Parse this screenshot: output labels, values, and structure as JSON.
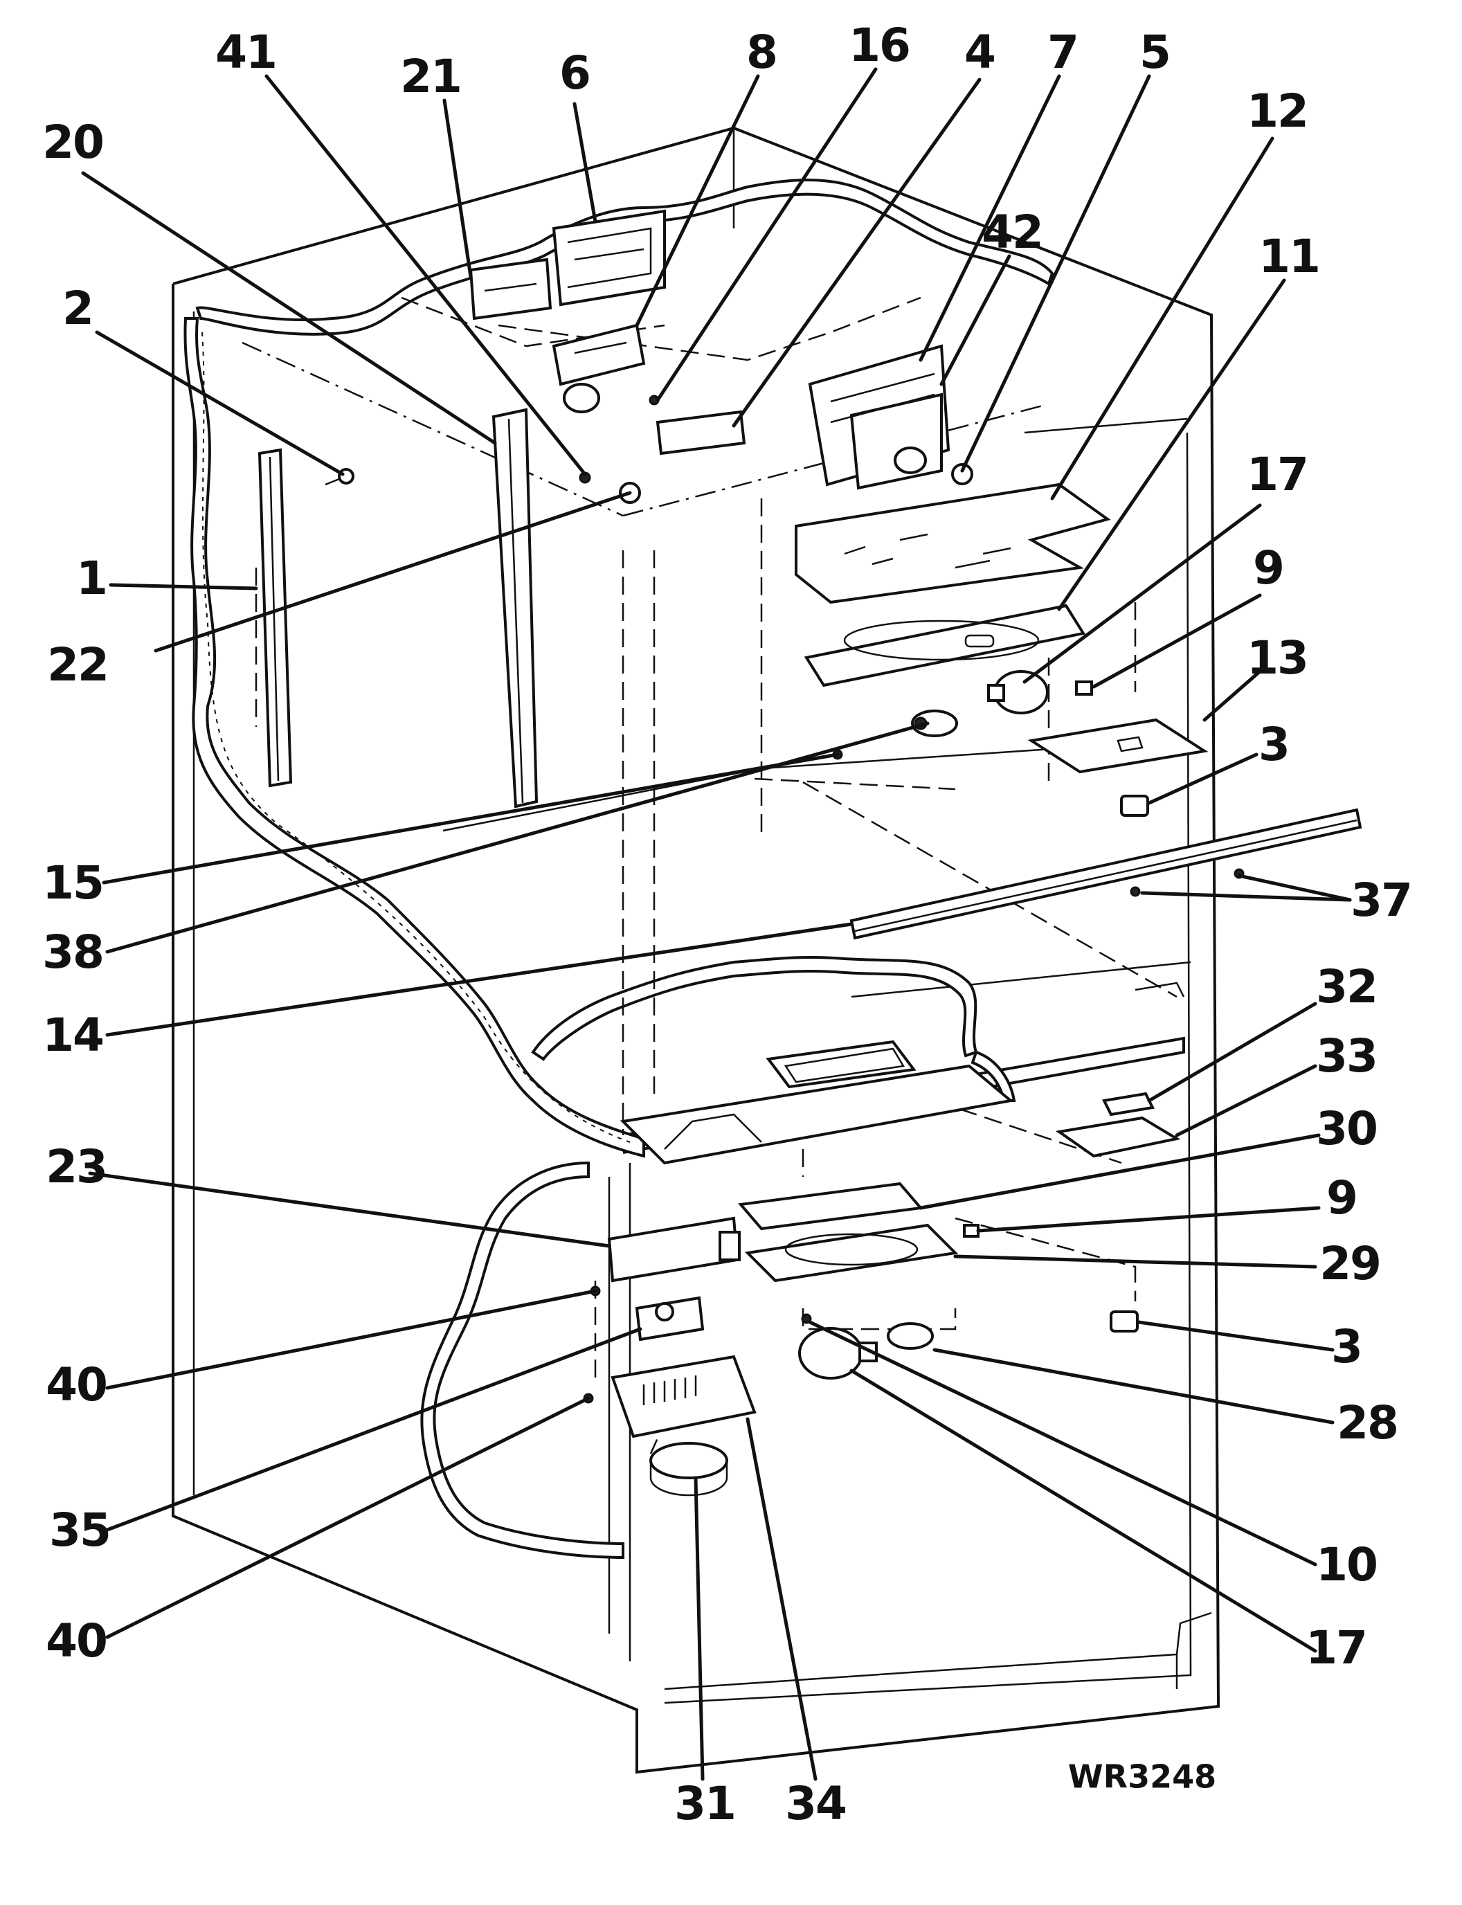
{
  "diagram": {
    "drawing_id": "WR3248",
    "callouts": [
      {
        "id": "c41",
        "label": "41"
      },
      {
        "id": "c21",
        "label": "21"
      },
      {
        "id": "c6",
        "label": "6"
      },
      {
        "id": "c8",
        "label": "8"
      },
      {
        "id": "c16",
        "label": "16"
      },
      {
        "id": "c4",
        "label": "4"
      },
      {
        "id": "c7",
        "label": "7"
      },
      {
        "id": "c5",
        "label": "5"
      },
      {
        "id": "c12",
        "label": "12"
      },
      {
        "id": "c20",
        "label": "20"
      },
      {
        "id": "c42",
        "label": "42"
      },
      {
        "id": "c11",
        "label": "11"
      },
      {
        "id": "c2",
        "label": "2"
      },
      {
        "id": "c17a",
        "label": "17"
      },
      {
        "id": "c9a",
        "label": "9"
      },
      {
        "id": "c1",
        "label": "1"
      },
      {
        "id": "c13",
        "label": "13"
      },
      {
        "id": "c22",
        "label": "22"
      },
      {
        "id": "c3a",
        "label": "3"
      },
      {
        "id": "c15",
        "label": "15"
      },
      {
        "id": "c37",
        "label": "37"
      },
      {
        "id": "c38",
        "label": "38"
      },
      {
        "id": "c14",
        "label": "14"
      },
      {
        "id": "c32",
        "label": "32"
      },
      {
        "id": "c33",
        "label": "33"
      },
      {
        "id": "c23",
        "label": "23"
      },
      {
        "id": "c30",
        "label": "30"
      },
      {
        "id": "c9b",
        "label": "9"
      },
      {
        "id": "c29",
        "label": "29"
      },
      {
        "id": "c40a",
        "label": "40"
      },
      {
        "id": "c3b",
        "label": "3"
      },
      {
        "id": "c28",
        "label": "28"
      },
      {
        "id": "c35",
        "label": "35"
      },
      {
        "id": "c10",
        "label": "10"
      },
      {
        "id": "c40b",
        "label": "40"
      },
      {
        "id": "c17b",
        "label": "17"
      },
      {
        "id": "c31",
        "label": "31"
      },
      {
        "id": "c34",
        "label": "34"
      }
    ]
  }
}
